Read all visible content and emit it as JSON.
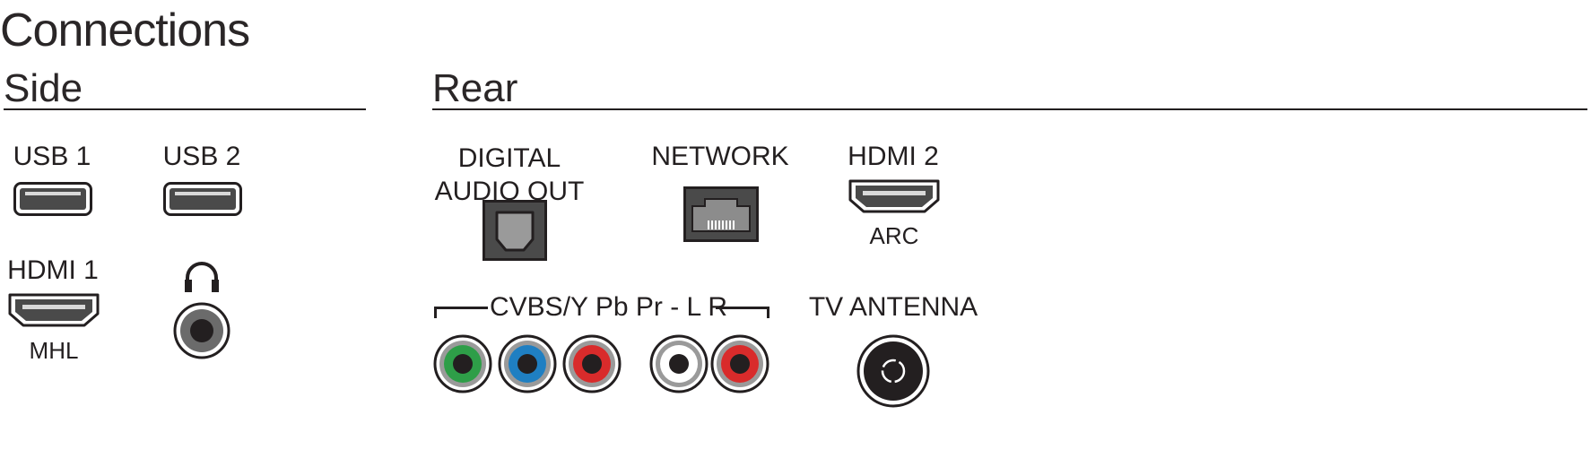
{
  "title": "Connections",
  "side": {
    "heading": "Side",
    "usb1_label": "USB 1",
    "usb2_label": "USB 2",
    "hdmi1_label": "HDMI 1",
    "hdmi1_sub": "MHL"
  },
  "rear": {
    "heading": "Rear",
    "digital_audio_line1": "DIGITAL",
    "digital_audio_line2": "AUDIO OUT",
    "network_label": "NETWORK",
    "hdmi2_label": "HDMI 2",
    "hdmi2_sub": "ARC",
    "component_label": "CVBS/Y Pb Pr - L R",
    "antenna_label": "TV ANTENNA"
  },
  "colors": {
    "ink": "#231f20",
    "port_dark": "#4a4a4a",
    "green": "#2e9e48",
    "blue": "#1f7fc2",
    "red": "#d92b2b",
    "white": "#ffffff"
  },
  "icons": [
    "usb-port-icon",
    "hdmi-port-icon",
    "headphone-icon",
    "optical-port-icon",
    "ethernet-port-icon",
    "rca-jack-icon",
    "coax-antenna-icon"
  ]
}
